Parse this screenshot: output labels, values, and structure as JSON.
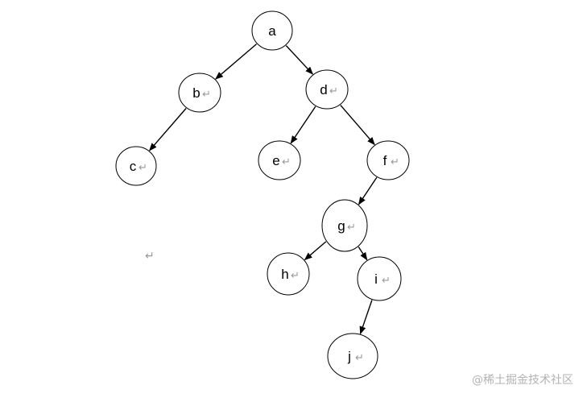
{
  "diagram": {
    "paragraph_mark": "↵",
    "nodes": [
      {
        "id": "a",
        "label": "a",
        "mark": false
      },
      {
        "id": "b",
        "label": "b",
        "mark": true
      },
      {
        "id": "d",
        "label": "d",
        "mark": true
      },
      {
        "id": "c",
        "label": "c",
        "mark": true
      },
      {
        "id": "e",
        "label": "e",
        "mark": true
      },
      {
        "id": "f",
        "label": "f",
        "mark": true
      },
      {
        "id": "g",
        "label": "g",
        "mark": true
      },
      {
        "id": "h",
        "label": "h",
        "mark": true
      },
      {
        "id": "i",
        "label": "i",
        "mark": true
      },
      {
        "id": "j",
        "label": "j",
        "mark": true
      }
    ],
    "edges": [
      {
        "from": "a",
        "to": "b"
      },
      {
        "from": "a",
        "to": "d"
      },
      {
        "from": "b",
        "to": "c"
      },
      {
        "from": "d",
        "to": "e"
      },
      {
        "from": "d",
        "to": "f"
      },
      {
        "from": "f",
        "to": "g"
      },
      {
        "from": "g",
        "to": "h"
      },
      {
        "from": "g",
        "to": "i"
      },
      {
        "from": "i",
        "to": "j"
      }
    ],
    "stray_mark": "↵"
  },
  "watermark": "@稀土掘金技术社区"
}
